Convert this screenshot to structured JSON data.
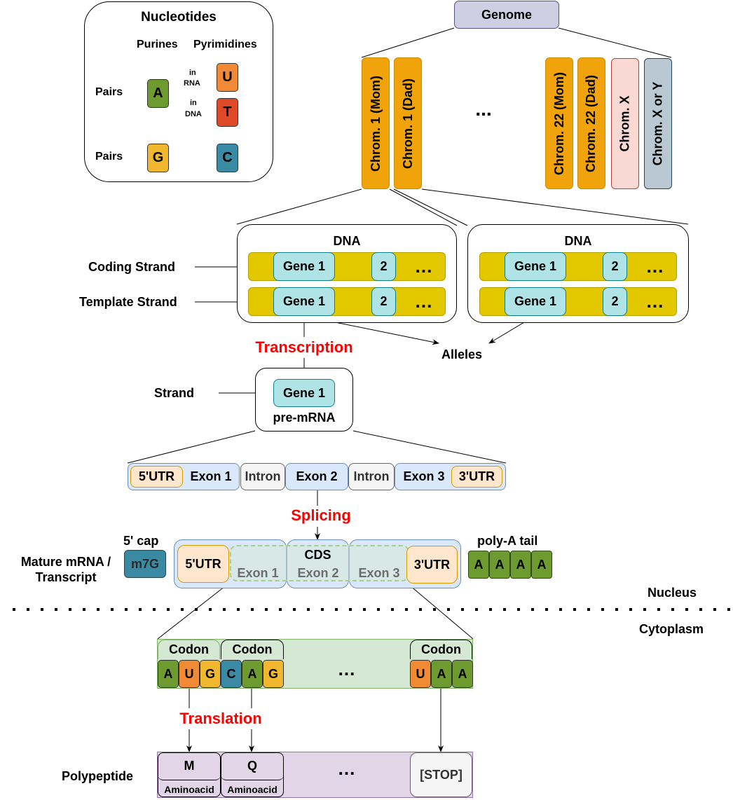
{
  "nucleotides": {
    "title": "Nucleotides",
    "col_purines": "Purines",
    "col_pyrimidines": "Pyrimidines",
    "row1_label": "Pairs",
    "row2_label": "Pairs",
    "purine_a": "A",
    "pyrimidine_u": "U",
    "pyrimidine_t": "T",
    "purine_g": "G",
    "pyrimidine_c": "C",
    "in_rna_1": "in",
    "in_rna_2": "RNA",
    "in_dna_1": "in",
    "in_dna_2": "DNA",
    "colors": {
      "A": "#6d9b2f",
      "U": "#f08a34",
      "T": "#de4a27",
      "G": "#f0b72f",
      "C": "#3a8aa3"
    }
  },
  "genome": {
    "title": "Genome",
    "chromosomes": [
      {
        "label": "Chrom. 1 (Mom)",
        "color": "#f0a30a"
      },
      {
        "label": "Chrom. 1 (Dad)",
        "color": "#f0a30a"
      },
      {
        "label": "Chrom. 22 (Mom)",
        "color": "#f0a30a"
      },
      {
        "label": "Chrom. 22 (Dad)",
        "color": "#f0a30a"
      },
      {
        "label": "Chrom. X",
        "color": "#fad9d5"
      },
      {
        "label": "Chrom. X or Y",
        "color": "#bac8d3"
      }
    ],
    "ellipsis": "..."
  },
  "dna": {
    "boxes": [
      {
        "title": "DNA",
        "strands": [
          {
            "gene": "Gene 1",
            "gene2": "2",
            "more": "..."
          },
          {
            "gene": "Gene 1",
            "gene2": "2",
            "more": "..."
          }
        ]
      },
      {
        "title": "DNA",
        "strands": [
          {
            "gene": "Gene 1",
            "gene2": "2",
            "more": "..."
          },
          {
            "gene": "Gene 1",
            "gene2": "2",
            "more": "..."
          }
        ]
      }
    ],
    "coding_strand_label": "Coding Strand",
    "template_strand_label": "Template Strand",
    "alleles_label": "Alleles"
  },
  "processes": {
    "transcription": "Transcription",
    "splicing": "Splicing",
    "translation": "Translation"
  },
  "pre_mrna": {
    "strand_label": "Strand",
    "gene": "Gene 1",
    "caption": "pre-mRNA",
    "segments": [
      "5'UTR",
      "Exon 1",
      "Intron",
      "Exon 2",
      "Intron",
      "Exon 3",
      "3'UTR"
    ]
  },
  "mature_mrna": {
    "label_line1": "Mature mRNA /",
    "label_line2": "Transcript",
    "cap_label": "5' cap",
    "cap_value": "m7G",
    "utr5": "5'UTR",
    "cds": "CDS",
    "exons": [
      "Exon 1",
      "Exon 2",
      "Exon 3"
    ],
    "utr3": "3'UTR",
    "polya_label": "poly-A tail",
    "polya_bases": [
      "A",
      "A",
      "A",
      "A"
    ]
  },
  "compartments": {
    "nucleus": "Nucleus",
    "cytoplasm": "Cytoplasm"
  },
  "codons": {
    "groups": [
      {
        "header": "Codon",
        "bases": [
          "A",
          "U",
          "G"
        ]
      },
      {
        "header": "Codon",
        "bases": [
          "C",
          "A",
          "G"
        ]
      },
      {
        "header": "Codon",
        "bases": [
          "U",
          "A",
          "A"
        ]
      }
    ],
    "ellipsis": "..."
  },
  "polypeptide": {
    "label": "Polypeptide",
    "residues": [
      {
        "letter": "M",
        "caption": "Aminoacid"
      },
      {
        "letter": "Q",
        "caption": "Aminoacid"
      }
    ],
    "ellipsis": "...",
    "stop": "[STOP]"
  }
}
